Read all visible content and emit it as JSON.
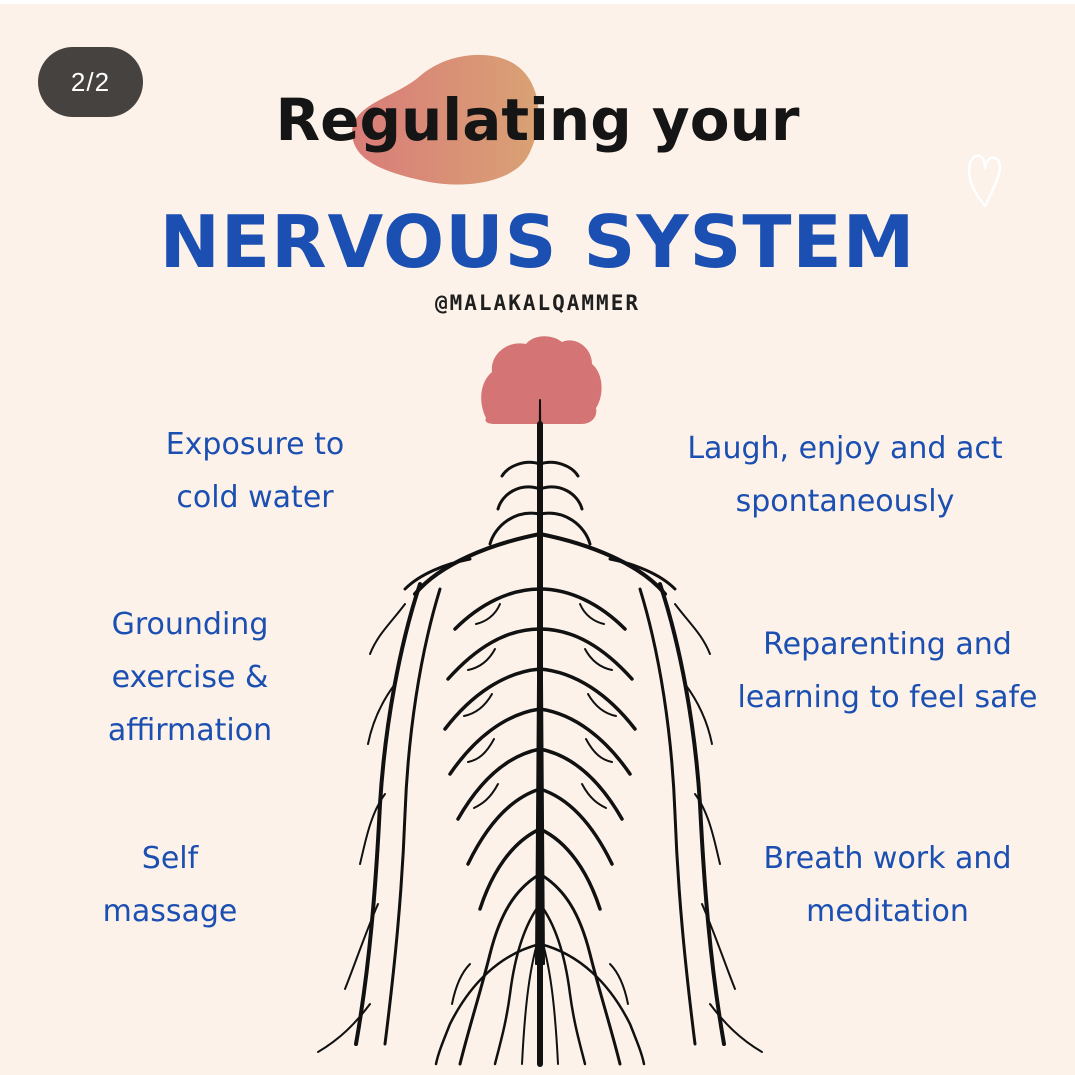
{
  "page_indicator": "2/2",
  "title": {
    "line1": "Regulating your",
    "line2": "NERVOUS SYSTEM"
  },
  "handle": "@MALAKALQAMMER",
  "tips_left": [
    {
      "line1": "Exposure to",
      "line2": "cold water"
    },
    {
      "line1": "Grounding",
      "line2": "exercise &",
      "line3": "affirmation"
    },
    {
      "line1": "Self",
      "line2": "massage"
    }
  ],
  "tips_right": [
    {
      "line1": "Laugh, enjoy and act",
      "line2": "spontaneously"
    },
    {
      "line1": "Reparenting and",
      "line2": "learning to feel safe"
    },
    {
      "line1": "Breath work and",
      "line2": "meditation"
    }
  ],
  "colors": {
    "background": "#fcf2ea",
    "accent_blue": "#1b4fb2",
    "brain_pink": "#d47474",
    "blob_gradient_start": "#d97c79",
    "blob_gradient_end": "#d9a274",
    "pager_bg": "#454240"
  },
  "icons": {
    "brain": "brain-icon",
    "nervous_system": "nervous-system-illustration",
    "heart": "heart-outline-icon"
  }
}
